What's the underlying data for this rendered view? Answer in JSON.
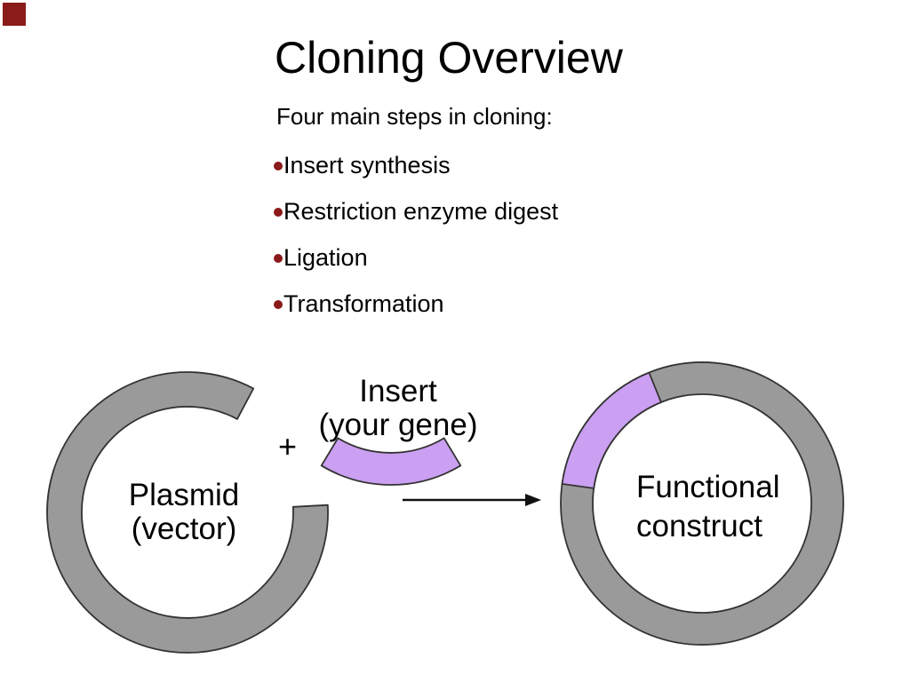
{
  "slide": {
    "title": "Cloning Overview",
    "subtitle": "Four main steps in cloning:",
    "bullets": [
      "Insert synthesis",
      "Restriction enzyme digest",
      "Ligation",
      "Transformation"
    ],
    "plus_sign": "+",
    "labels": {
      "plasmid": [
        "Plasmid",
        "(vector)"
      ],
      "insert": [
        "Insert",
        "(your gene)"
      ],
      "result": [
        "Functional",
        "construct"
      ]
    },
    "colors": {
      "accent_red": "#8B1A1A",
      "ring_gray": "#9A9A9A",
      "insert_purple": "#CBA0F2",
      "shape_outline": "#333333",
      "arrow_black": "#111111"
    }
  }
}
